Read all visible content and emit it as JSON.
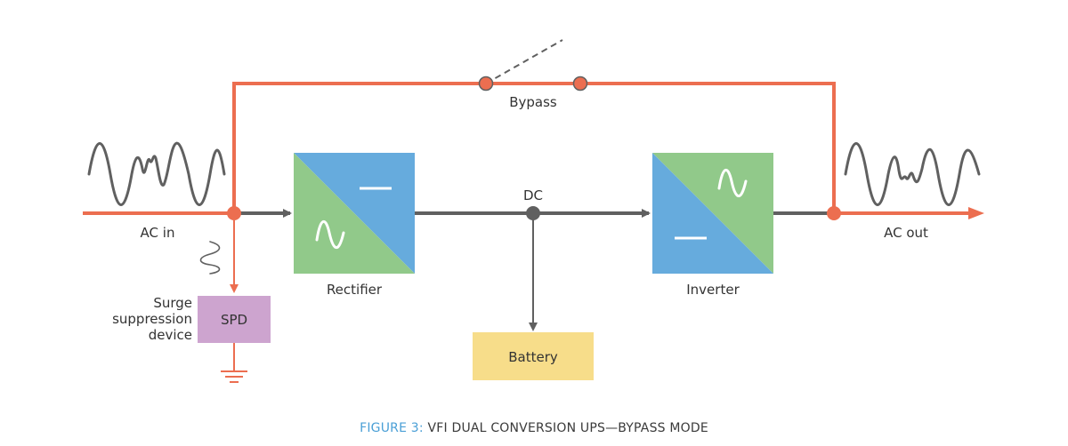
{
  "labels": {
    "bypass": "Bypass",
    "ac_in": "AC in",
    "ac_out": "AC out",
    "dc": "DC",
    "rectifier": "Rectifier",
    "inverter": "Inverter",
    "battery": "Battery",
    "spd": "SPD",
    "surge_line1": "Surge",
    "surge_line2": "suppression",
    "surge_line3": "device"
  },
  "caption": {
    "prefix": "FIGURE 3:",
    "title": "VFI DUAL CONVERSION UPS—BYPASS MODE"
  },
  "colors": {
    "active_line": "#ec6e50",
    "dc_line": "#606060",
    "converter_blue": "#66abdd",
    "converter_green": "#91c98a",
    "battery": "#f7dd8a",
    "spd": "#cda4cf",
    "caption_accent": "#4a9fd6"
  }
}
